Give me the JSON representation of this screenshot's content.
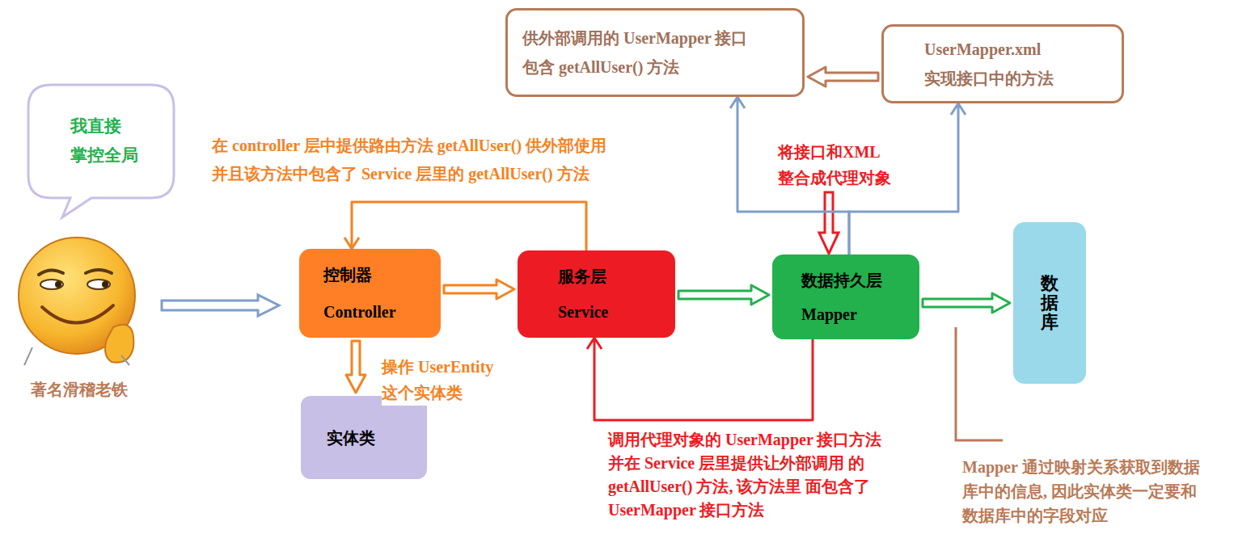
{
  "diagram": {
    "nodes": [
      {
        "text": [
          "供外部调用的 UserMapper 接口 包含 getAllUser() 方法"
        ]
      },
      {
        "text": [
          "UserMapper.xml 实现接口中的方法"
        ]
      },
      {
        "text": [
          "我直接 掌控全局"
        ]
      },
      {
        "text": [
          "控制器 Controller"
        ]
      },
      {
        "text": [
          "服务层 Service"
        ]
      },
      {
        "text": [
          "数据持久层 Mapper"
        ]
      },
      {
        "text": [
          "数据库"
        ]
      },
      {
        "text": [
          "实体类"
        ]
      }
    ],
    "edges": [
      {
        "from": 1,
        "to": 0,
        "arrow": "to"
      },
      {
        "from": 3,
        "to": 4,
        "arrow": "to"
      },
      {
        "from": 4,
        "to": 5,
        "arrow": "to"
      },
      {
        "from": 5,
        "to": 6,
        "arrow": "to"
      },
      {
        "from": 3,
        "to": 7,
        "arrow": "to",
        "label": "操作 UserEntity 这个实体类"
      },
      {
        "from": 4,
        "to": 3,
        "arrow": "to",
        "label": "在 controller 层中提供路由方法 getAllUser() 供外部使用 并且该方法中包含了 Service 层里的 getAllUser() 方法"
      },
      {
        "from": 5,
        "to": 4,
        "arrow": "to",
        "label": "调用代理对象的 UserMapper 接口方法 并在 Service 层里提供让外部调用 的 getAllUser() 方法, 该方法里 面包含了 UserMapper 接口方法"
      },
      {
        "from": 5,
        "to": 0,
        "arrow": "to"
      },
      {
        "from": 5,
        "to": 1,
        "arrow": "to"
      }
    ],
    "labels": [
      "著名滑稽老铁",
      "将接口和XML 整合成代理对象",
      "Mapper 通过映射关系获取到数据 库中的信息, 因此实体类一定要和 数据库中的字段对应"
    ]
  }
}
